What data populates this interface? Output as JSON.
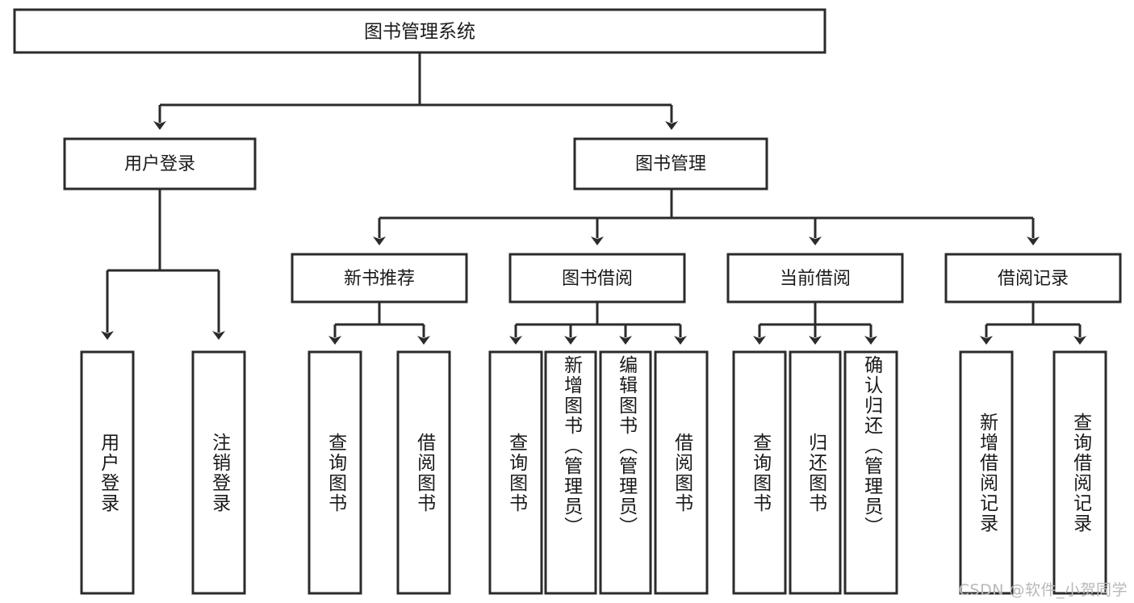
{
  "diagram": {
    "title": "图书管理系统",
    "type": "tree-hierarchy-functional-decomposition",
    "watermark": "CSDN @软件_小贺同学",
    "colors": {
      "stroke": "#2b2b2b",
      "box_fill": "#ffffff",
      "text": "#1a1a1a",
      "background": "#ffffff",
      "watermark": "#b8b8b8"
    },
    "root": {
      "label": "图书管理系统"
    },
    "level2": [
      {
        "label": "用户登录"
      },
      {
        "label": "图书管理"
      }
    ],
    "level3": [
      {
        "label": "新书推荐"
      },
      {
        "label": "图书借阅"
      },
      {
        "label": "当前借阅"
      },
      {
        "label": "借阅记录"
      }
    ],
    "leaves": {
      "user_login": [
        {
          "label": "用户登录"
        },
        {
          "label": "注销登录"
        }
      ],
      "new_book_recommend": [
        {
          "label": "查询图书"
        },
        {
          "label": "借阅图书"
        }
      ],
      "book_borrow": [
        {
          "label": "查询图书"
        },
        {
          "label": "新增图书（管理员）"
        },
        {
          "label": "编辑图书（管理员）"
        },
        {
          "label": "借阅图书"
        }
      ],
      "current_borrow": [
        {
          "label": "查询图书"
        },
        {
          "label": "归还图书"
        },
        {
          "label": "确认归还（管理员）"
        }
      ],
      "borrow_record": [
        {
          "label": "新增借阅记录"
        },
        {
          "label": "查询借阅记录"
        }
      ]
    }
  }
}
